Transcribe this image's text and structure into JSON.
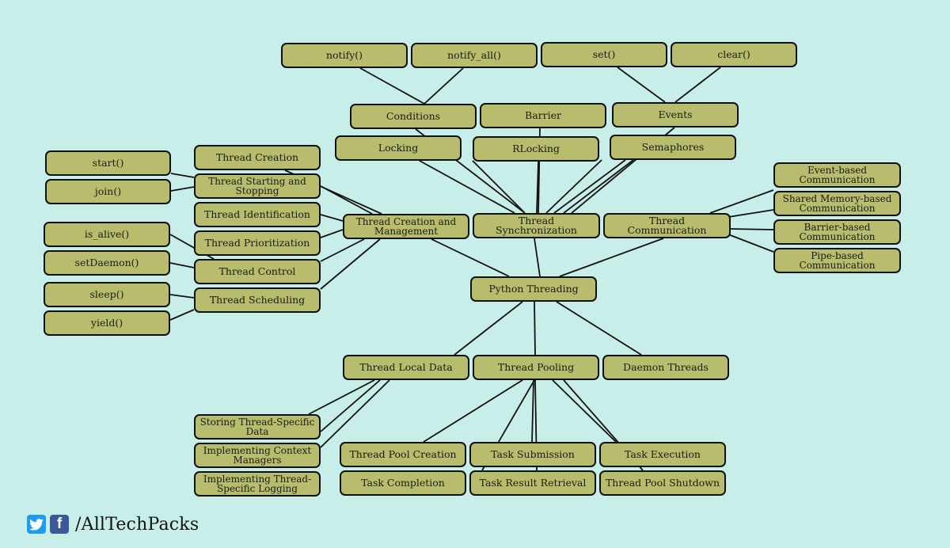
{
  "diagram": {
    "nodes": [
      {
        "id": "python-threading",
        "label": "Python Threading"
      },
      {
        "id": "thread-creation-management",
        "label": "Thread Creation and Management"
      },
      {
        "id": "thread-synchronization",
        "label": "Thread Synchronization"
      },
      {
        "id": "thread-communication",
        "label": "Thread Communication"
      },
      {
        "id": "thread-local-data",
        "label": "Thread Local Data"
      },
      {
        "id": "thread-pooling",
        "label": "Thread Pooling"
      },
      {
        "id": "daemon-threads",
        "label": "Daemon Threads"
      },
      {
        "id": "thread-creation",
        "label": "Thread Creation"
      },
      {
        "id": "thread-starting-stopping",
        "label": "Thread Starting and Stopping"
      },
      {
        "id": "thread-identification",
        "label": "Thread Identification"
      },
      {
        "id": "thread-prioritization",
        "label": "Thread Prioritization"
      },
      {
        "id": "thread-control",
        "label": "Thread Control"
      },
      {
        "id": "thread-scheduling",
        "label": "Thread Scheduling"
      },
      {
        "id": "start",
        "label": "start()"
      },
      {
        "id": "join",
        "label": "join()"
      },
      {
        "id": "is-alive",
        "label": "is_alive()"
      },
      {
        "id": "set-daemon",
        "label": "setDaemon()"
      },
      {
        "id": "sleep",
        "label": "sleep()"
      },
      {
        "id": "yield",
        "label": "yield()"
      },
      {
        "id": "locking",
        "label": "Locking"
      },
      {
        "id": "rlocking",
        "label": "RLocking"
      },
      {
        "id": "semaphores",
        "label": "Semaphores"
      },
      {
        "id": "conditions",
        "label": "Conditions"
      },
      {
        "id": "barrier",
        "label": "Barrier"
      },
      {
        "id": "events",
        "label": "Events"
      },
      {
        "id": "notify",
        "label": "notify()"
      },
      {
        "id": "notify-all",
        "label": "notify_all()"
      },
      {
        "id": "set",
        "label": "set()"
      },
      {
        "id": "clear",
        "label": "clear()"
      },
      {
        "id": "event-based",
        "label": "Event-based Communication"
      },
      {
        "id": "shared-memory",
        "label": "Shared Memory-based Communication"
      },
      {
        "id": "barrier-based",
        "label": "Barrier-based Communication"
      },
      {
        "id": "pipe-based",
        "label": "Pipe-based Communication"
      },
      {
        "id": "storing-tsd",
        "label": "Storing Thread-Specific Data"
      },
      {
        "id": "context-managers",
        "label": "Implementing Context Managers"
      },
      {
        "id": "thread-logging",
        "label": "Implementing Thread-Specific Logging"
      },
      {
        "id": "pool-creation",
        "label": "Thread Pool Creation"
      },
      {
        "id": "task-submission",
        "label": "Task Submission"
      },
      {
        "id": "task-execution",
        "label": "Task Execution"
      },
      {
        "id": "task-completion",
        "label": "Task Completion"
      },
      {
        "id": "task-result",
        "label": "Task Result Retrieval"
      },
      {
        "id": "pool-shutdown",
        "label": "Thread Pool Shutdown"
      }
    ],
    "edges": [
      [
        "python-threading",
        "thread-creation-management"
      ],
      [
        "python-threading",
        "thread-synchronization"
      ],
      [
        "python-threading",
        "thread-communication"
      ],
      [
        "python-threading",
        "thread-local-data"
      ],
      [
        "python-threading",
        "thread-pooling"
      ],
      [
        "python-threading",
        "daemon-threads"
      ],
      [
        "thread-creation-management",
        "thread-creation"
      ],
      [
        "thread-creation-management",
        "thread-starting-stopping"
      ],
      [
        "thread-creation-management",
        "thread-identification"
      ],
      [
        "thread-creation-management",
        "thread-prioritization"
      ],
      [
        "thread-creation-management",
        "thread-control"
      ],
      [
        "thread-creation-management",
        "thread-scheduling"
      ],
      [
        "thread-starting-stopping",
        "start"
      ],
      [
        "thread-starting-stopping",
        "join"
      ],
      [
        "thread-control",
        "is-alive"
      ],
      [
        "thread-control",
        "set-daemon"
      ],
      [
        "thread-scheduling",
        "sleep"
      ],
      [
        "thread-scheduling",
        "yield"
      ],
      [
        "thread-synchronization",
        "locking"
      ],
      [
        "thread-synchronization",
        "rlocking"
      ],
      [
        "thread-synchronization",
        "semaphores"
      ],
      [
        "thread-synchronization",
        "conditions"
      ],
      [
        "thread-synchronization",
        "barrier"
      ],
      [
        "thread-synchronization",
        "events"
      ],
      [
        "conditions",
        "notify"
      ],
      [
        "conditions",
        "notify-all"
      ],
      [
        "events",
        "set"
      ],
      [
        "events",
        "clear"
      ],
      [
        "thread-communication",
        "event-based"
      ],
      [
        "thread-communication",
        "shared-memory"
      ],
      [
        "thread-communication",
        "barrier-based"
      ],
      [
        "thread-communication",
        "pipe-based"
      ],
      [
        "thread-local-data",
        "storing-tsd"
      ],
      [
        "thread-local-data",
        "context-managers"
      ],
      [
        "thread-local-data",
        "thread-logging"
      ],
      [
        "thread-pooling",
        "pool-creation"
      ],
      [
        "thread-pooling",
        "task-submission"
      ],
      [
        "thread-pooling",
        "task-execution"
      ],
      [
        "thread-pooling",
        "task-completion"
      ],
      [
        "thread-pooling",
        "task-result"
      ],
      [
        "thread-pooling",
        "pool-shutdown"
      ]
    ]
  },
  "footer": {
    "facebook_letter": "f",
    "brand": "/AllTechPacks",
    "twitter_icon": "twitter-icon",
    "facebook_icon": "facebook-icon",
    "colors": {
      "twitter": "#1d9bf0",
      "facebook": "#3b5998"
    }
  },
  "colors": {
    "background": "#c8eeea",
    "node_fill": "#b8bd6e",
    "node_border": "#111111",
    "edge": "#111111"
  }
}
